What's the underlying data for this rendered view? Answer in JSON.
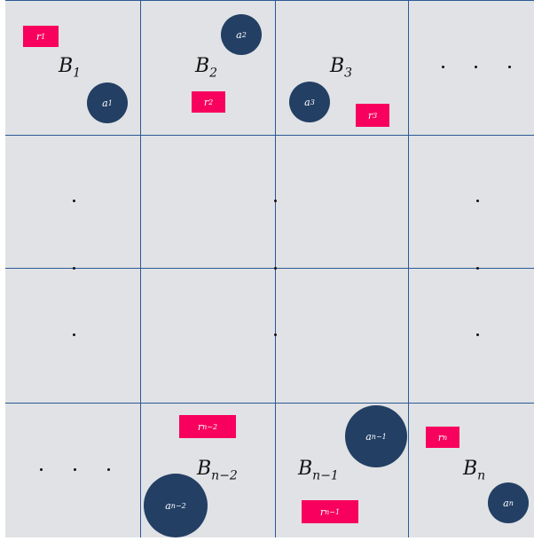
{
  "colors": {
    "cell_bg": "#e0e2e5",
    "grid_line": "#2b5a94",
    "circle": "#233f64",
    "rect": "#f8005e",
    "text": "#111111"
  },
  "blocks": [
    {
      "base": "B",
      "sub": "1"
    },
    {
      "base": "B",
      "sub": "2"
    },
    {
      "base": "B",
      "sub": "3"
    },
    {
      "base": "B",
      "sub": "n−2"
    },
    {
      "base": "B",
      "sub": "n−1"
    },
    {
      "base": "B",
      "sub": "n"
    }
  ],
  "circles": [
    {
      "base": "a",
      "sub": "1"
    },
    {
      "base": "a",
      "sub": "2"
    },
    {
      "base": "a",
      "sub": "3"
    },
    {
      "base": "a",
      "sub": "n−1"
    },
    {
      "base": "a",
      "sub": "n−2"
    },
    {
      "base": "a",
      "sub": "n"
    }
  ],
  "rects": [
    {
      "base": "r",
      "sub": "1"
    },
    {
      "base": "r",
      "sub": "2"
    },
    {
      "base": "r",
      "sub": "3"
    },
    {
      "base": "r",
      "sub": "n−2"
    },
    {
      "base": "r",
      "sub": "n"
    },
    {
      "base": "r",
      "sub": "n−1"
    }
  ]
}
